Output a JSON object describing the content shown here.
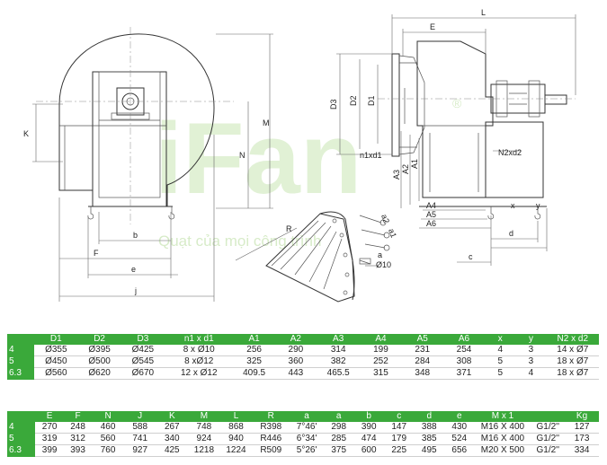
{
  "watermark": {
    "brand": "iFan",
    "tagline": "Quạt của mọi công trình",
    "registered": "®"
  },
  "drawing": {
    "front_labels": [
      "K",
      "M",
      "N",
      "b",
      "F",
      "e",
      "j"
    ],
    "side_labels": [
      "L",
      "E",
      "D3",
      "D2",
      "D1",
      "n1xd1",
      "A3",
      "A2",
      "A1",
      "N2xd2",
      "A4",
      "A5",
      "A6",
      "x",
      "y",
      "d",
      "c"
    ],
    "detail_labels": [
      "R",
      "a2",
      "a1",
      "a",
      "Ø10"
    ]
  },
  "table1": {
    "headers": [
      "",
      "D1",
      "D2",
      "D3",
      "n1 x d1",
      "A1",
      "A2",
      "A3",
      "A4",
      "A5",
      "A6",
      "x",
      "y",
      "N2 x d2"
    ],
    "rows": [
      [
        "4",
        "Ø355",
        "Ø395",
        "Ø425",
        "8 x Ø10",
        "256",
        "290",
        "314",
        "199",
        "231",
        "254",
        "4",
        "3",
        "14 x Ø7"
      ],
      [
        "5",
        "Ø450",
        "Ø500",
        "Ø545",
        "8 xØ12",
        "325",
        "360",
        "382",
        "252",
        "284",
        "308",
        "5",
        "3",
        "18 x Ø7"
      ],
      [
        "6.3",
        "Ø560",
        "Ø620",
        "Ø670",
        "12 x Ø12",
        "409.5",
        "443",
        "465.5",
        "315",
        "348",
        "371",
        "5",
        "4",
        "18 x Ø7"
      ]
    ]
  },
  "table2": {
    "headers": [
      "",
      "E",
      "F",
      "N",
      "J",
      "K",
      "M",
      "L",
      "R",
      "a",
      "a",
      "b",
      "c",
      "d",
      "e",
      "M x 1",
      "",
      "Kg"
    ],
    "rows": [
      [
        "4",
        "270",
        "248",
        "460",
        "588",
        "267",
        "748",
        "868",
        "R398",
        "7°46'",
        "298",
        "390",
        "147",
        "388",
        "430",
        "M16 X 400",
        "G1/2''",
        "127"
      ],
      [
        "5",
        "319",
        "312",
        "560",
        "741",
        "340",
        "924",
        "940",
        "R446",
        "6°34'",
        "285",
        "474",
        "179",
        "385",
        "524",
        "M16 X 400",
        "G1/2''",
        "173"
      ],
      [
        "6.3",
        "399",
        "393",
        "760",
        "927",
        "425",
        "1218",
        "1224",
        "R509",
        "5°26'",
        "375",
        "600",
        "225",
        "495",
        "656",
        "M20 X 500",
        "G1/2''",
        "334"
      ]
    ]
  }
}
